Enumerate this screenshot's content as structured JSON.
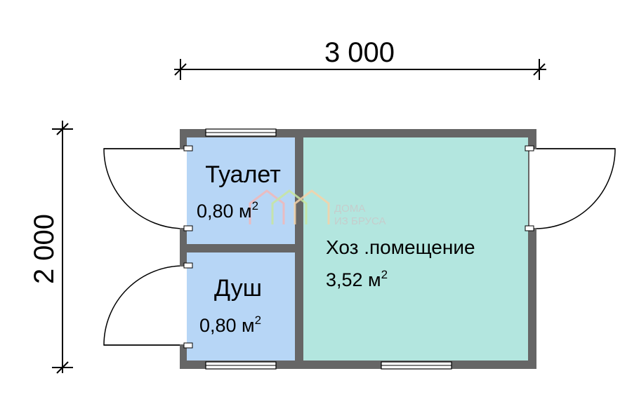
{
  "dimensions": {
    "width_label": "3 000",
    "height_label": "2 000"
  },
  "rooms": {
    "toilet": {
      "name": "Туалет",
      "area": "0,80 м",
      "unit_exp": "2"
    },
    "shower": {
      "name": "Душ",
      "area": "0,80 м",
      "unit_exp": "2"
    },
    "utility": {
      "name": "Хоз .помещение",
      "area": "3,52 м",
      "unit_exp": "2"
    }
  },
  "watermark": {
    "line1": "ДОМА",
    "line2": "ИЗ БРУСА"
  },
  "colors": {
    "wall": "#666666",
    "wet_rooms": "#b7d6f6",
    "utility_room": "#b3e6df",
    "logo": "#c9c9c9"
  }
}
